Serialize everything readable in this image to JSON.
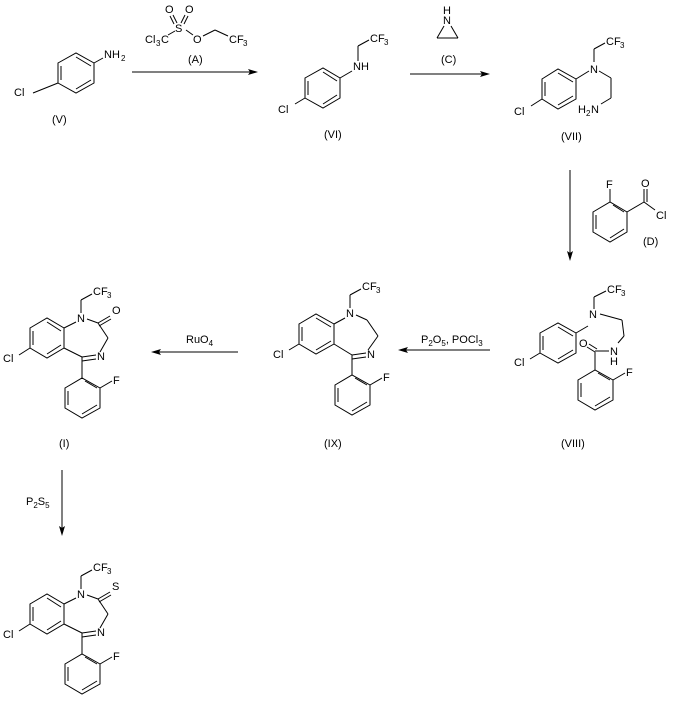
{
  "scheme": {
    "compounds": [
      {
        "id": "V",
        "label": "(V)",
        "atoms": [
          "Cl",
          "NH2"
        ]
      },
      {
        "id": "VI",
        "label": "(VI)",
        "atoms": [
          "Cl",
          "NH",
          "CF3"
        ]
      },
      {
        "id": "VII",
        "label": "(VII)",
        "atoms": [
          "Cl",
          "N",
          "CF3",
          "H2N"
        ]
      },
      {
        "id": "VIII",
        "label": "(VIII)",
        "atoms": [
          "Cl",
          "N",
          "CF3",
          "O",
          "NH",
          "F"
        ]
      },
      {
        "id": "IX",
        "label": "(IX)",
        "atoms": [
          "Cl",
          "N",
          "CF3",
          "N",
          "F"
        ]
      },
      {
        "id": "I",
        "label": "(I)",
        "atoms": [
          "Cl",
          "N",
          "CF3",
          "O",
          "N",
          "F"
        ]
      },
      {
        "id": "final",
        "label": "",
        "atoms": [
          "Cl",
          "N",
          "CF3",
          "S",
          "N",
          "F"
        ]
      }
    ],
    "reagents": [
      {
        "id": "A",
        "label": "(A)",
        "atoms": [
          "O",
          "O",
          "S",
          "Cl3C",
          "O",
          "CF3"
        ]
      },
      {
        "id": "C",
        "label": "(C)",
        "atoms": [
          "H",
          "N"
        ]
      },
      {
        "id": "D",
        "label": "(D)",
        "atoms": [
          "F",
          "O",
          "Cl"
        ]
      }
    ],
    "conditions": {
      "step3": "P2O5, POCl3",
      "step4": "RuO4",
      "step5": "P2S5"
    }
  }
}
